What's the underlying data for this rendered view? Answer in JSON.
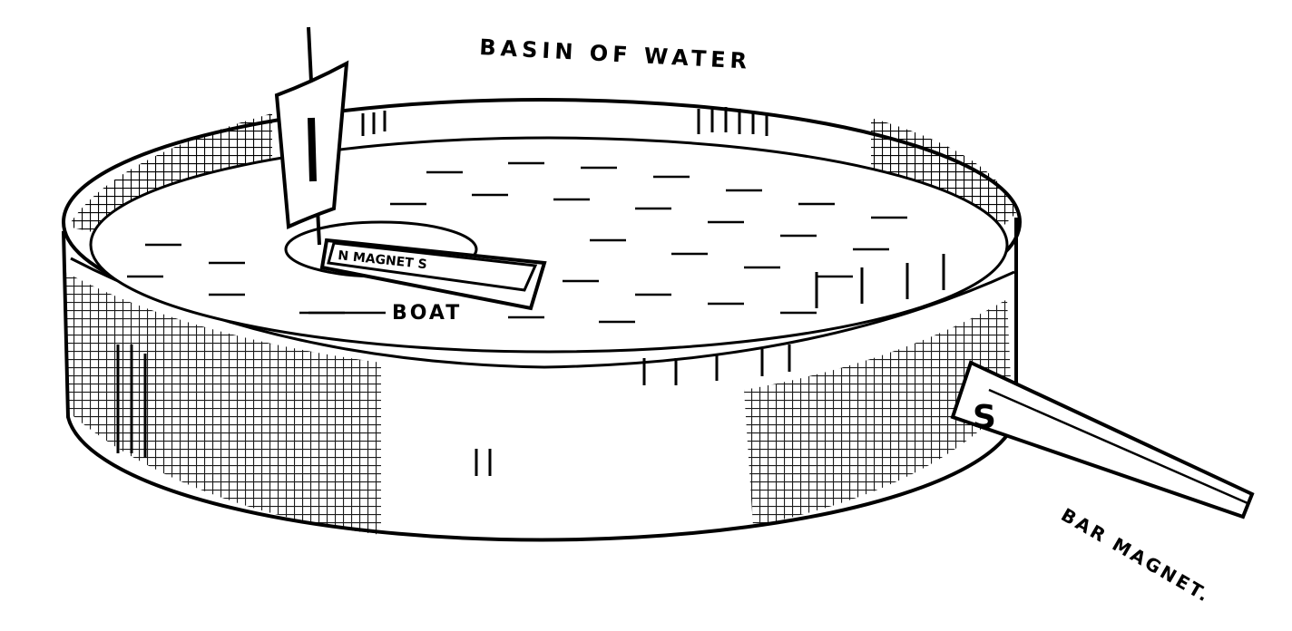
{
  "labels": {
    "basin": "BASIN OF WATER",
    "magnet_in_boat": "N MAGNET S",
    "boat": "BOAT",
    "bar_magnet_pole": "S",
    "bar_magnet": "BAR MAGNET."
  },
  "colors": {
    "ink": "#000000",
    "paper": "#ffffff"
  }
}
